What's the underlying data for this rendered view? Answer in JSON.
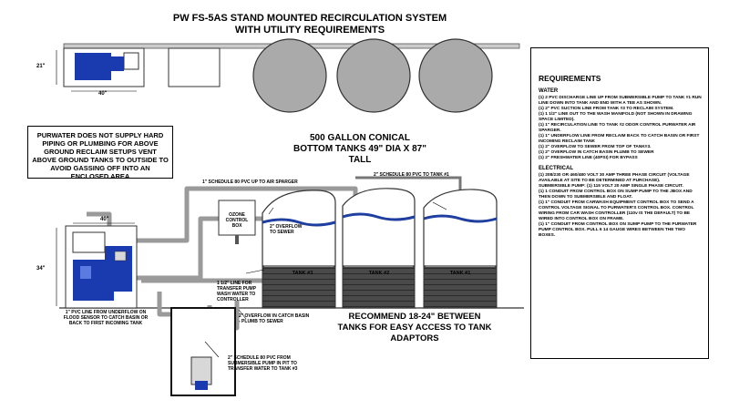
{
  "title_line1": "PW FS-5AS STAND MOUNTED RECIRCULATION SYSTEM",
  "title_line2": "WITH UTILITY REQUIREMENTS",
  "note_box": "PURWATER DOES NOT SUPPLY HARD PIPING OR PLUMBING FOR ABOVE GROUND RECLAIM SETUPS VENT ABOVE GROUND TANKS TO OUTSIDE TO AVOID GASSING OFF INTO AN ENCLOSED AREA",
  "tank_caption_line1": "500 GALLON CONICAL",
  "tank_caption_line2": "BOTTOM TANKS 49\" DIA X 87\"",
  "tank_caption_line3": "TALL",
  "recommend_line1": "RECOMMEND 18-24\" BETWEEN",
  "recommend_line2": "TANKS FOR EASY ACCESS TO TANK",
  "recommend_line3": "ADAPTORS",
  "dims": {
    "top_w": "21\"",
    "top_len": "40\"",
    "side_w": "40\"",
    "side_h": "34\""
  },
  "labels": {
    "air_sparger": "1\" SCHEDULE 80 PVC UP TO AIR SPARGER",
    "sched_tank1": "2\" SCHEDULE 80 PVC TO TANK #1",
    "overflow_sewer": "2\" OVERFLOW TO SEWER",
    "ozone_box": "OZONE CONTROL BOX",
    "suction_line": "1 1/2\" LINE FOR TRANSFER PUMP WASH WATER TO CONTROLLER",
    "overflow_catch": "2\" OVERFLOW IN CATCH BASIN - PLUMB TO SEWER",
    "underflow": "1\" PVC LINE FROM UNDERFLOW ON FLOOD SENSOR TO CATCH BASIN OR BACK TO FIRST INCOMING TANK",
    "sched_pump": "2\" SCHEDULE 80 PVC FROM SUBMERSIBLE PUMP IN PIT TO TRANSFER WATER TO TANK #3",
    "tank3": "TANK #3",
    "tank2": "TANK #2",
    "tank1": "TANK #1"
  },
  "requirements": {
    "title": "REQUIREMENTS",
    "water_heading": "WATER",
    "water_items": [
      "(1) 2 PVC DISCHARGE LINE UP FROM SUBMERSIBLE PUMP TO TANK #1  RUN LINE DOWN INTO TANK AND END WITH A TEE AS SHOWN.",
      "(1) 2\" PVC SUCTION LINE FROM TANK #3 TO RECLAIM SYSTEM.",
      "(1) 1 1/2\" LINE OUT TO THE WASH MANIFOLD (NOT SHOWN IN DRAWING  SPACE LIMITED).",
      "(1) 1\" RECIRCULATION LINE TO TANK #2 ODOR CONTROL PURWATER AIR SPARGER.",
      "(1) 1\" UNDERFLOW LINE FROM RECLAIM BACK TO CATCH BASIN OR FIRST INCOMING RECLAIM TANK",
      "(1) 2\" OVERFLOW TO SEWER FROM TOP OF TANK#3.",
      "(1) 2\" OVERFLOW IN CATCH BASIN   PLUMB TO SEWER",
      "(1) 2\" FRESHWATER LINE (40PSI)  FOR BYPASS"
    ],
    "electrical_heading": "ELECTRICAL",
    "electrical_items": [
      "(1) 208/230 OR 460/480 VOLT 30 AMP THREE PHASE CIRCUIT (VOLTAGE AVAILABLE AT SITE TO BE DETERMINED AT PURCHASE).",
      "SUBMERSIBLE PUMP: (1) 115 VOLT 20 AMP SINGLE PHASE CIRCUIT.",
      "(1) 1 CONDUIT FROM CONTROL BOX ON SUMP PUMP TO THE JBOX AND THEN DOWN TO SUBMERSIBLE AND FLOAT.",
      "(1) 1\" CONDUIT FROM CARWASH EQUIPMENT CONTROL BOX TO SEND A CONTROL VOLTAGE SIGNAL TO PURWATER'S CONTROL BOX. CONTROL WIRING FROM CAR WASH CONTROLLER (110v IS THE DEFAULT) TO BE WIRED INTO CONTROL BOX ON FRAME.",
      "(1) 1\" CONDUIT FROM CONTROL BOX ON SUMP PUMP TO THE PURWATER PUMP CONTROL BOX. PULL 6 14 GAUGE WIRES BETWEEN THE TWO BOXES."
    ]
  },
  "colors": {
    "pipe": "#9a9a9a",
    "water": "#1f3fa0",
    "equipment": "#1a3bb0",
    "tank_base": "#3a3a3a"
  }
}
